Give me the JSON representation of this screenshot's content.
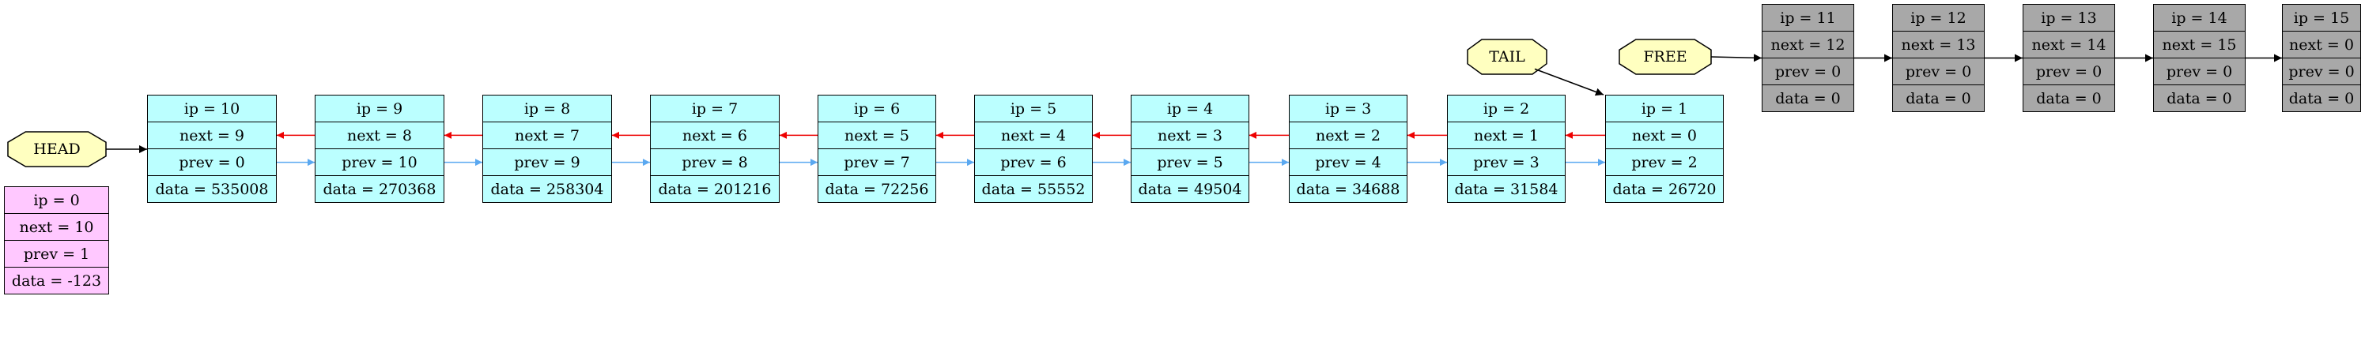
{
  "colors": {
    "active_fill": "#bbffff",
    "free_fill": "#a8a8a8",
    "fictive_fill": "#ffc8ff",
    "pointer_fill": "#ffffc0",
    "next_edge": "#ee0000",
    "prev_edge": "#5aa8f0",
    "plain_edge": "#000000"
  },
  "pointers": [
    {
      "id": "head",
      "label": "HEAD",
      "target": "n10"
    },
    {
      "id": "tail",
      "label": "TAIL",
      "target": "n1"
    },
    {
      "id": "free",
      "label": "FREE",
      "target": "n11"
    }
  ],
  "nodes": [
    {
      "id": "n0",
      "kind": "fictive",
      "ip": "ip = 0",
      "next": "next = 10",
      "prev": "prev = 1",
      "data": "data = -123"
    },
    {
      "id": "n10",
      "kind": "active",
      "ip": "ip = 10",
      "next": "next = 9",
      "prev": "prev = 0",
      "data": "data = 535008"
    },
    {
      "id": "n9",
      "kind": "active",
      "ip": "ip = 9",
      "next": "next = 8",
      "prev": "prev = 10",
      "data": "data = 270368"
    },
    {
      "id": "n8",
      "kind": "active",
      "ip": "ip = 8",
      "next": "next = 7",
      "prev": "prev = 9",
      "data": "data = 258304"
    },
    {
      "id": "n7",
      "kind": "active",
      "ip": "ip = 7",
      "next": "next = 6",
      "prev": "prev = 8",
      "data": "data = 201216"
    },
    {
      "id": "n6",
      "kind": "active",
      "ip": "ip = 6",
      "next": "next = 5",
      "prev": "prev = 7",
      "data": "data = 72256"
    },
    {
      "id": "n5",
      "kind": "active",
      "ip": "ip = 5",
      "next": "next = 4",
      "prev": "prev = 6",
      "data": "data = 55552"
    },
    {
      "id": "n4",
      "kind": "active",
      "ip": "ip = 4",
      "next": "next = 3",
      "prev": "prev = 5",
      "data": "data = 49504"
    },
    {
      "id": "n3",
      "kind": "active",
      "ip": "ip = 3",
      "next": "next = 2",
      "prev": "prev = 4",
      "data": "data = 34688"
    },
    {
      "id": "n2",
      "kind": "active",
      "ip": "ip = 2",
      "next": "next = 1",
      "prev": "prev = 3",
      "data": "data = 31584"
    },
    {
      "id": "n1",
      "kind": "active",
      "ip": "ip = 1",
      "next": "next = 0",
      "prev": "prev = 2",
      "data": "data = 26720"
    },
    {
      "id": "n11",
      "kind": "free",
      "ip": "ip = 11",
      "next": "next = 12",
      "prev": "prev = 0",
      "data": "data = 0"
    },
    {
      "id": "n12",
      "kind": "free",
      "ip": "ip = 12",
      "next": "next = 13",
      "prev": "prev = 0",
      "data": "data = 0"
    },
    {
      "id": "n13",
      "kind": "free",
      "ip": "ip = 13",
      "next": "next = 14",
      "prev": "prev = 0",
      "data": "data = 0"
    },
    {
      "id": "n14",
      "kind": "free",
      "ip": "ip = 14",
      "next": "next = 15",
      "prev": "prev = 0",
      "data": "data = 0"
    },
    {
      "id": "n15",
      "kind": "free",
      "ip": "ip = 15",
      "next": "next = 0",
      "prev": "prev = 0",
      "data": "data = 0"
    }
  ],
  "edges": [
    {
      "from": "n9",
      "to": "n10",
      "type": "next"
    },
    {
      "from": "n8",
      "to": "n9",
      "type": "next"
    },
    {
      "from": "n7",
      "to": "n8",
      "type": "next"
    },
    {
      "from": "n6",
      "to": "n7",
      "type": "next"
    },
    {
      "from": "n5",
      "to": "n6",
      "type": "next"
    },
    {
      "from": "n4",
      "to": "n5",
      "type": "next"
    },
    {
      "from": "n3",
      "to": "n4",
      "type": "next"
    },
    {
      "from": "n2",
      "to": "n3",
      "type": "next"
    },
    {
      "from": "n1",
      "to": "n2",
      "type": "next"
    },
    {
      "from": "n10",
      "to": "n9",
      "type": "prev"
    },
    {
      "from": "n9",
      "to": "n8",
      "type": "prev"
    },
    {
      "from": "n8",
      "to": "n7",
      "type": "prev"
    },
    {
      "from": "n7",
      "to": "n6",
      "type": "prev"
    },
    {
      "from": "n6",
      "to": "n5",
      "type": "prev"
    },
    {
      "from": "n5",
      "to": "n4",
      "type": "prev"
    },
    {
      "from": "n4",
      "to": "n3",
      "type": "prev"
    },
    {
      "from": "n3",
      "to": "n2",
      "type": "prev"
    },
    {
      "from": "n2",
      "to": "n1",
      "type": "prev"
    },
    {
      "from": "n11",
      "to": "n12",
      "type": "plain"
    },
    {
      "from": "n12",
      "to": "n13",
      "type": "plain"
    },
    {
      "from": "n13",
      "to": "n14",
      "type": "plain"
    },
    {
      "from": "n14",
      "to": "n15",
      "type": "plain"
    }
  ]
}
